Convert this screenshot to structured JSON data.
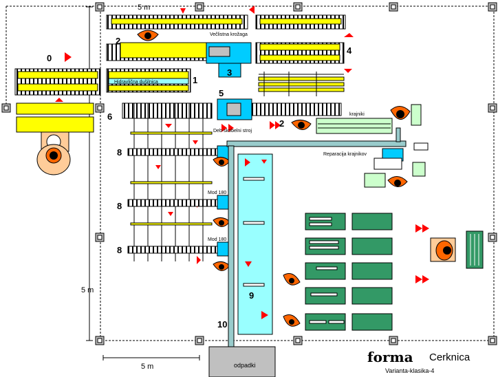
{
  "labels": {
    "l0": "0",
    "l1": "1",
    "l2a": "2",
    "l2b": "2",
    "l3": "3",
    "l4": "4",
    "l5": "5",
    "l6": "6",
    "l8a": "8",
    "l8b": "8",
    "l8c": "8",
    "l9": "9",
    "l10": "10",
    "velicina": "Večlistna krožaga",
    "hidravlicna": "Hidravlična dušilnica",
    "krajniki": "krajniki",
    "debelskobel": "Deb-skobelni stroj",
    "reparacija": "Reparacija krajnikov",
    "mod1": "Mod 180",
    "mod2": "Mod 180",
    "odpadki": "odpadki",
    "dim_v": "5 m",
    "dim_top": "5 m",
    "dim_bottom": "5 m",
    "logo": "forma",
    "city": "Cerknica",
    "variant": "Varianta-klasika-4"
  },
  "colors": {
    "yellow": "#ffff00",
    "cyan": "#00ccff",
    "lightcyan": "#99ffff",
    "paleGreen": "#ccffcc",
    "greenBox": "#339966",
    "red": "#ff0000",
    "gray": "#c0c0c0",
    "skin": "#ffcc99"
  }
}
